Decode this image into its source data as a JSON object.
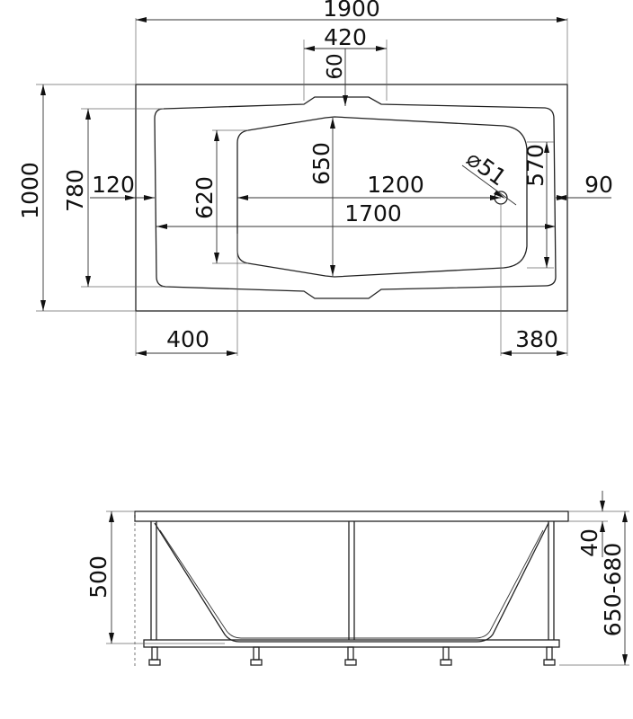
{
  "top_view": {
    "overall_length": "1900",
    "overall_width": "1000",
    "headrest_width": "420",
    "headrest_depth": "60",
    "inner_length": "1700",
    "inner_width": "780",
    "bottom_length": "1200",
    "bottom_width_head": "650",
    "bottom_width_foot": "620",
    "bottom_width_end": "570",
    "rim_left": "120",
    "rim_right": "90",
    "drain_diameter": "⌀51",
    "offset_left": "400",
    "offset_right": "380"
  },
  "side_view": {
    "tub_depth": "500",
    "rim_thickness": "40",
    "total_height": "650-680"
  }
}
